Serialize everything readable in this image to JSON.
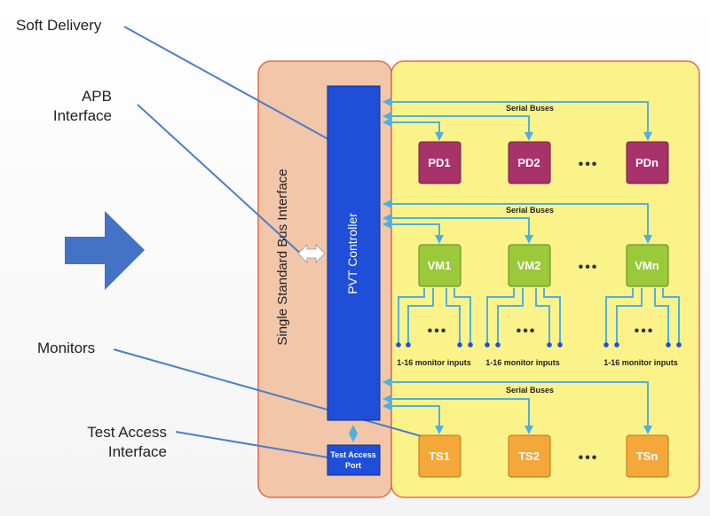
{
  "callouts": {
    "soft_delivery": "Soft Delivery",
    "apb_line1": "APB",
    "apb_line2": "Interface",
    "monitors": "Monitors",
    "tai_line1": "Test Access",
    "tai_line2": "Interface"
  },
  "bus_interface_label": "Single Standard Bus Interface",
  "controller_label": "PVT Controller",
  "test_access_port": {
    "line1": "Test Access",
    "line2": "Port"
  },
  "serial_bus_label": "Serial Buses",
  "ellipsis": "•••",
  "monitor_inputs_label": "1-16 monitor inputs",
  "rows": {
    "pd": [
      "PD1",
      "PD2",
      "PDn"
    ],
    "vm": [
      "VM1",
      "VM2",
      "VMn"
    ],
    "ts": [
      "TS1",
      "TS2",
      "TSn"
    ]
  },
  "colors": {
    "arrow": "#4472c4",
    "controller": "#1f4fd8",
    "bus_panel": "#f2c6a8",
    "monitor_panel": "#fbf38a",
    "panel_border": "#e46a4a",
    "pd": "#a8336b",
    "vm": "#9ac93a",
    "ts": "#f4a83a",
    "connector": "#4fb0e0",
    "callout_line": "#4a7ec9"
  },
  "icons": [
    "big-right-arrow-icon",
    "double-arrow-icon"
  ]
}
